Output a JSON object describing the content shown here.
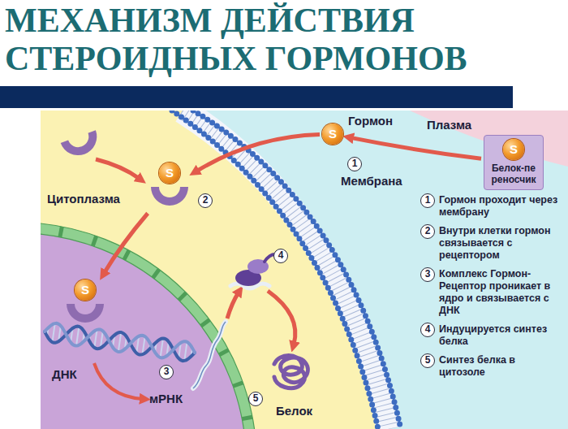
{
  "diagram": {
    "title": "МЕХАНИЗМ ДЕЙСТВИЯ СТЕРОИДНЫХ ГОРМОНОВ",
    "nodes": [
      {
        "text": [
          "Белок-пе реносчик"
        ]
      },
      {
        "text": [
          "S"
        ],
        "in": 0
      },
      {
        "text": [
          "S",
          "Гормон"
        ]
      },
      {
        "text": [
          "S"
        ]
      },
      {
        "text": [
          "S"
        ]
      }
    ],
    "edges": [
      {
        "from": 0,
        "to": 2,
        "arrow": "to"
      },
      {
        "from": 2,
        "to": 3,
        "arrow": "to"
      },
      {
        "from": 3,
        "to": 4,
        "arrow": "to"
      }
    ],
    "labels": [
      "Плазма",
      "Цитоплазма",
      "1",
      "Мембрана",
      "2",
      "ДНК",
      "3",
      "мРНК",
      "4",
      "5",
      "Белок",
      "1",
      "Гормон проходит через мембрану",
      "2",
      "Внутри клетки гормон связывается с рецептором",
      "3",
      "Комплекс Гормон-Рецептор проникает в ядро и связывается с ДНК",
      "4",
      "Индуцируется синтез белка",
      "5",
      "Синтез белка в цитозоле"
    ]
  }
}
